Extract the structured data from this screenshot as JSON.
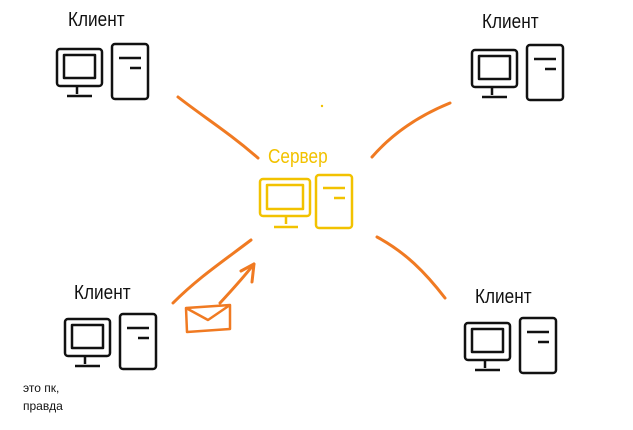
{
  "diagram": {
    "client_label": "Клиент",
    "server_label": "Сервер",
    "note_line1": "это пк,",
    "note_line2": "правда",
    "colors": {
      "client": "#111111",
      "server": "#f2c200",
      "connection": "#f07a22"
    },
    "nodes": [
      {
        "id": "client-top-left",
        "type": "client"
      },
      {
        "id": "client-top-right",
        "type": "client"
      },
      {
        "id": "server",
        "type": "server"
      },
      {
        "id": "client-bottom-left",
        "type": "client"
      },
      {
        "id": "client-bottom-right",
        "type": "client"
      }
    ],
    "edges": [
      {
        "from": "client-top-left",
        "to": "server"
      },
      {
        "from": "client-top-right",
        "to": "server"
      },
      {
        "from": "client-bottom-left",
        "to": "server",
        "message": "envelope-icon"
      },
      {
        "from": "client-bottom-right",
        "to": "server"
      }
    ]
  }
}
